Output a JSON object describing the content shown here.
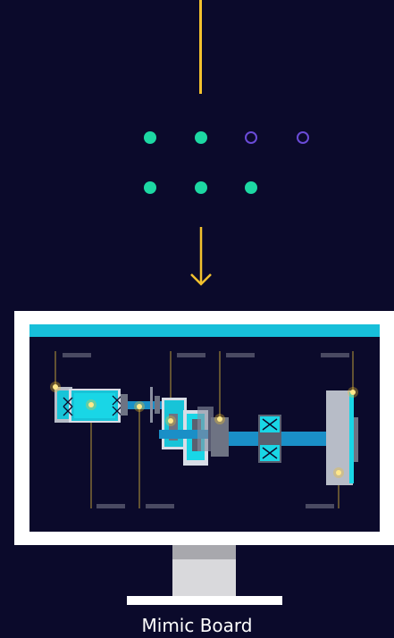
{
  "caption": "Mimic Board",
  "colors": {
    "background": "#0b0a2b",
    "accent_line": "#f2c12e",
    "dot_filled": "#1dd8a3",
    "dot_outline": "#6a4bd8",
    "screen_header": "#17bfd9",
    "monitor_frame": "#ffffff"
  },
  "step_indicator": {
    "row1": [
      "filled",
      "filled",
      "empty",
      "empty"
    ],
    "row2": [
      "filled",
      "filled",
      "filled"
    ]
  },
  "icons": {
    "arrow": "down-arrow-icon",
    "monitor": "monitor-icon"
  }
}
